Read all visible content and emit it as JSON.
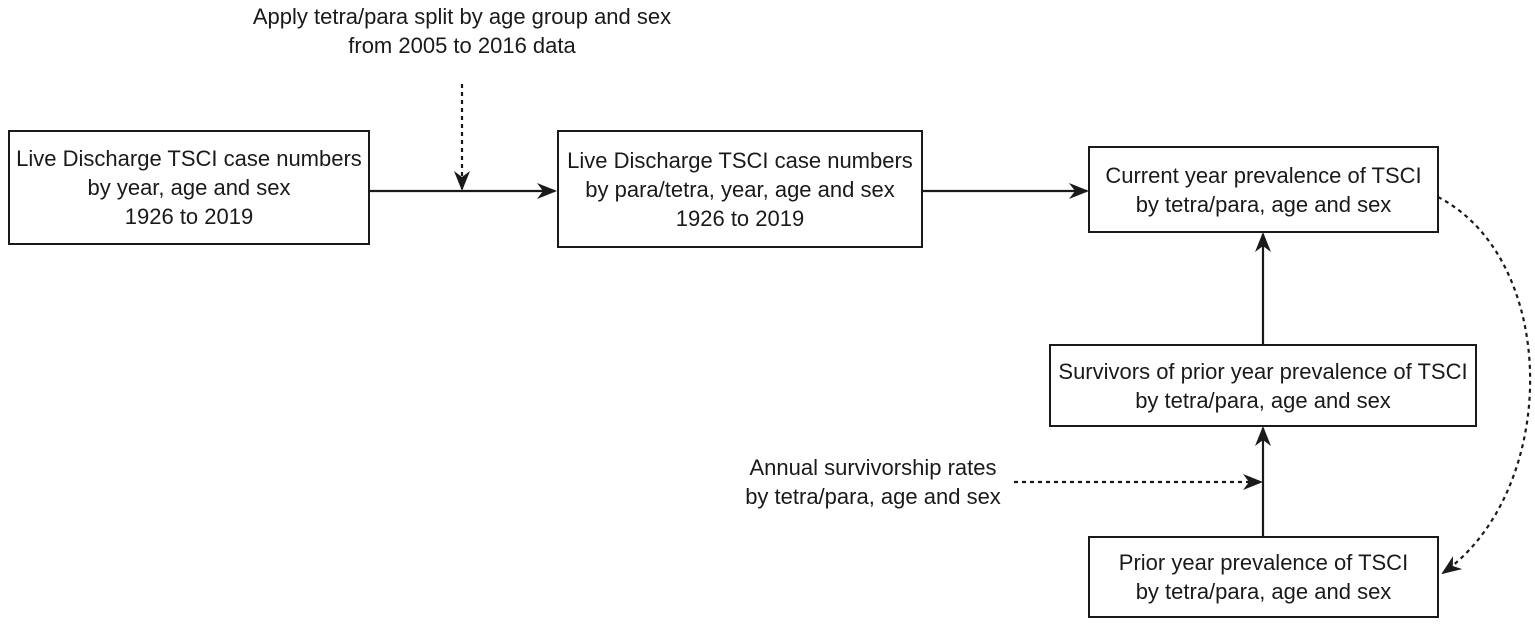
{
  "diagram": {
    "nodes": {
      "live_discharge": {
        "lines": [
          "Live Discharge TSCI case numbers",
          "by year, age and sex",
          "1926 to 2019"
        ]
      },
      "live_discharge_split": {
        "lines": [
          "Live Discharge TSCI case numbers",
          "by para/tetra, year, age and sex",
          "1926 to 2019"
        ]
      },
      "current_prevalence": {
        "lines": [
          "Current year prevalence of TSCI",
          "by tetra/para, age and sex"
        ]
      },
      "survivors_prior": {
        "lines": [
          "Survivors of prior year prevalence of TSCI",
          "by tetra/para, age and sex"
        ]
      },
      "prior_prevalence": {
        "lines": [
          "Prior year prevalence of TSCI",
          "by tetra/para, age and sex"
        ]
      }
    },
    "annotations": {
      "tetra_para_split": {
        "lines": [
          "Apply tetra/para split by age group and sex",
          "from 2005 to 2016 data"
        ]
      },
      "survivorship_rates": {
        "lines": [
          "Annual survivorship rates",
          "by tetra/para, age and sex"
        ]
      }
    },
    "edges": [
      {
        "from": "live_discharge",
        "to": "live_discharge_split",
        "style": "solid"
      },
      {
        "from": "tetra_para_split",
        "to": "edge:live_discharge->live_discharge_split",
        "style": "dashed"
      },
      {
        "from": "live_discharge_split",
        "to": "current_prevalence",
        "style": "solid"
      },
      {
        "from": "survivors_prior",
        "to": "current_prevalence",
        "style": "solid"
      },
      {
        "from": "prior_prevalence",
        "to": "survivors_prior",
        "style": "solid"
      },
      {
        "from": "survivorship_rates",
        "to": "edge:prior_prevalence->survivors_prior",
        "style": "dashed"
      },
      {
        "from": "current_prevalence",
        "to": "prior_prevalence",
        "style": "dashed-curved"
      }
    ],
    "colors": {
      "stroke": "#1a1a1a",
      "text": "#1a1a1a",
      "background": "#ffffff"
    }
  }
}
